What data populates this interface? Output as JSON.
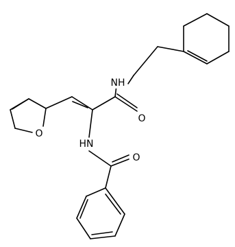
{
  "molecule": {
    "atoms": {
      "amide_nh_top": "NH",
      "carbonyl_o_top": "O",
      "furan_o": "O",
      "amide_nh_lower": "HN",
      "carbonyl_o_lower": "O"
    }
  }
}
